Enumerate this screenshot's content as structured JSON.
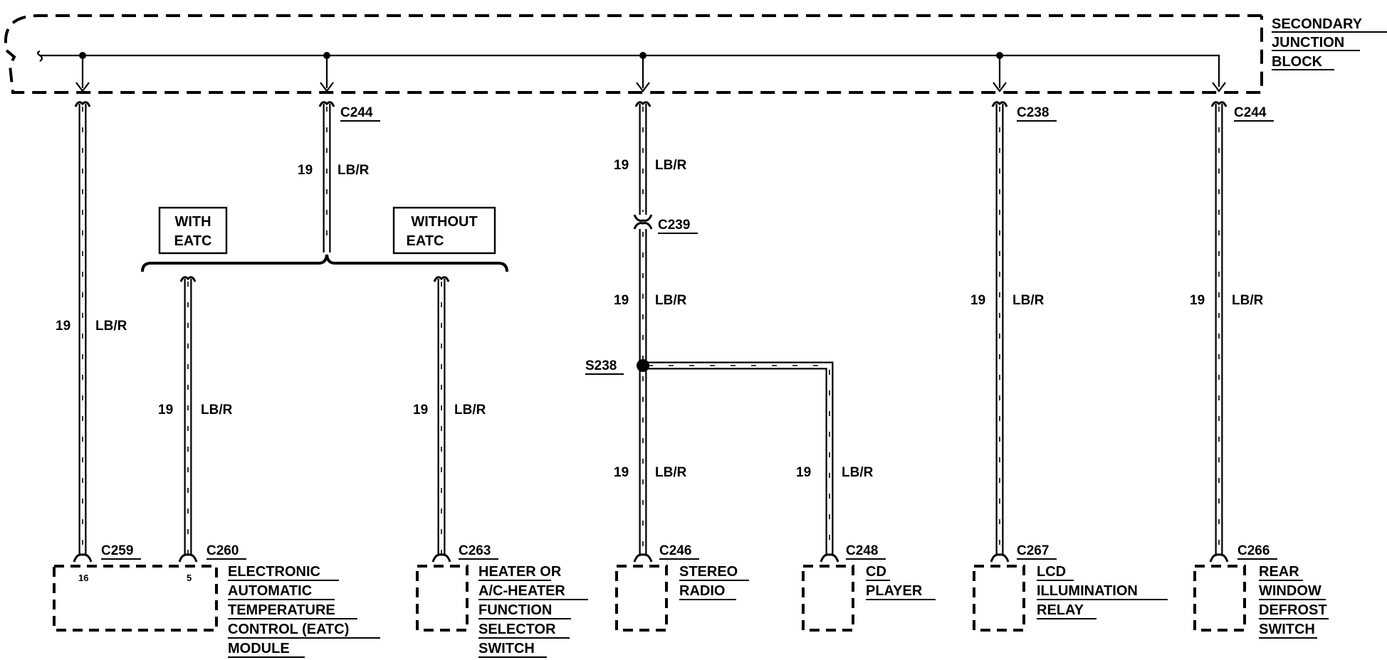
{
  "junction_block": {
    "label_lines": [
      "SECONDARY",
      "JUNCTION",
      "BLOCK"
    ]
  },
  "circuits": [
    {
      "id": "eatc-direct",
      "wire_gauge": "19",
      "wire_color": "LB/R",
      "top_connector": "",
      "bottom_connector": "C259",
      "pin": "16"
    },
    {
      "id": "branch-c244",
      "wire_gauge": "19",
      "wire_color": "LB/R",
      "top_connector": "C244"
    },
    {
      "id": "with-eatc",
      "wire_gauge": "19",
      "wire_color": "LB/R",
      "bottom_connector": "C260",
      "pin": "5"
    },
    {
      "id": "without-eatc",
      "wire_gauge": "19",
      "wire_color": "LB/R",
      "bottom_connector": "C263"
    },
    {
      "id": "radio-upper",
      "wire_gauge": "19",
      "wire_color": "LB/R",
      "inline_connector": "C239"
    },
    {
      "id": "radio-middle",
      "wire_gauge": "19",
      "wire_color": "LB/R",
      "splice": "S238"
    },
    {
      "id": "radio-lower",
      "wire_gauge": "19",
      "wire_color": "LB/R",
      "bottom_connector": "C246"
    },
    {
      "id": "cd-player",
      "wire_gauge": "19",
      "wire_color": "LB/R",
      "bottom_connector": "C248"
    },
    {
      "id": "lcd-relay",
      "wire_gauge": "19",
      "wire_color": "LB/R",
      "top_connector": "C238",
      "bottom_connector": "C267"
    },
    {
      "id": "rear-defrost",
      "wire_gauge": "19",
      "wire_color": "LB/R",
      "top_connector": "C244",
      "bottom_connector": "C266"
    }
  ],
  "options": {
    "with": [
      "WITH",
      "EATC"
    ],
    "without": [
      "WITHOUT",
      "EATC"
    ]
  },
  "components": {
    "eatc": [
      "ELECTRONIC",
      "AUTOMATIC",
      "TEMPERATURE",
      "CONTROL (EATC)",
      "MODULE"
    ],
    "heater": [
      "HEATER OR",
      "A/C-HEATER",
      "FUNCTION",
      "SELECTOR",
      "SWITCH"
    ],
    "radio": [
      "STEREO",
      "RADIO"
    ],
    "cd": [
      "CD",
      "PLAYER"
    ],
    "lcd": [
      "LCD",
      "ILLUMINATION",
      "RELAY"
    ],
    "defrost": [
      "REAR",
      "WINDOW",
      "DEFROST",
      "SWITCH"
    ]
  },
  "colors": {
    "ink": "#000000",
    "paper": "#ffffff"
  }
}
